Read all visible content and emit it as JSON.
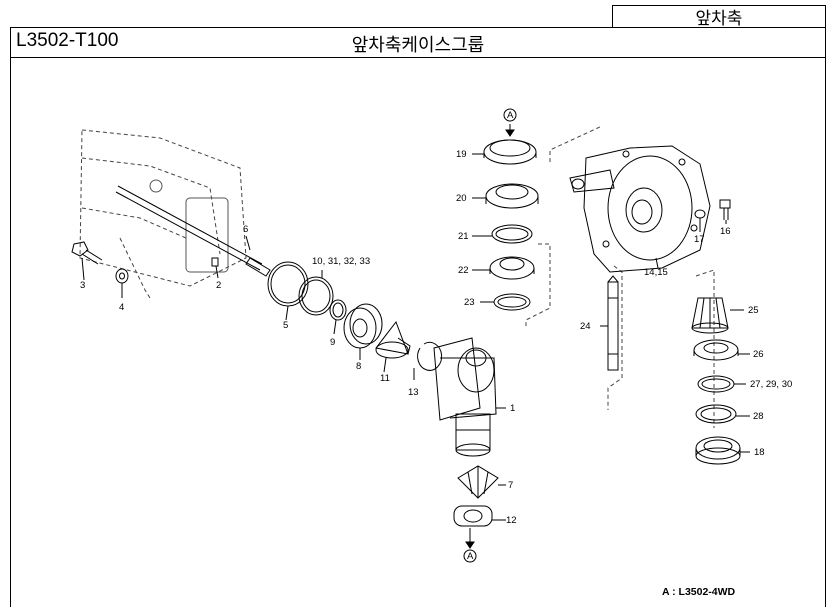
{
  "header": {
    "section": "앞차축",
    "code": "L3502-T100",
    "title": "앞차축케이스그룹"
  },
  "callouts": {
    "a_top": "A",
    "a_bottom": "A",
    "p1": "1",
    "p2": "2",
    "p3": "3",
    "p4": "4",
    "p5": "5",
    "p6": "6",
    "p7": "7",
    "p8": "8",
    "p9": "9",
    "p10": "10, 31, 32, 33",
    "p11": "11",
    "p12": "12",
    "p13": "13",
    "p14": "14,15",
    "p16": "16",
    "p17": "17",
    "p18": "18",
    "p19": "19",
    "p20": "20",
    "p21": "21",
    "p22": "22",
    "p23": "23",
    "p24": "24",
    "p25": "25",
    "p26": "26",
    "p27": "27, 29, 30",
    "p28": "28"
  },
  "reference_note": "A : L3502-4WD"
}
